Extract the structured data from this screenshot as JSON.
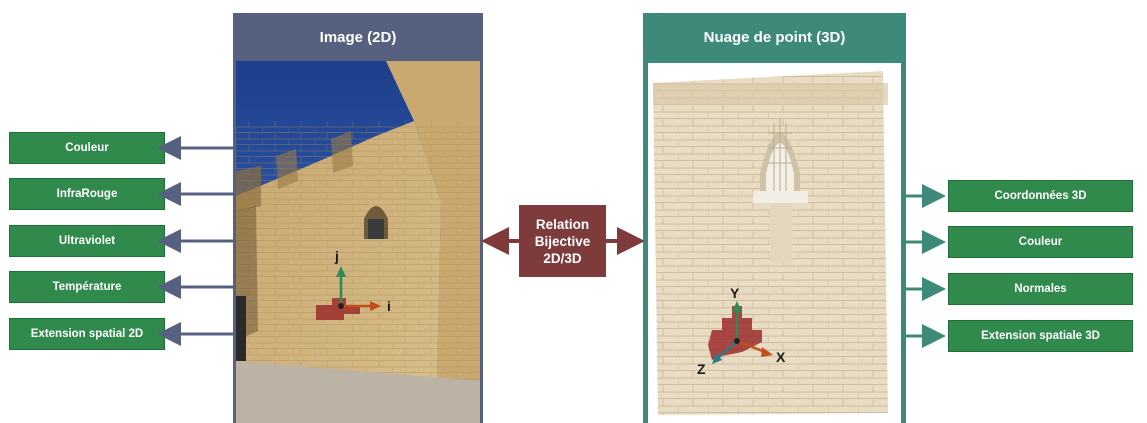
{
  "panel_2d": {
    "title": "Image (2D)"
  },
  "panel_3d": {
    "title": "Nuage de point (3D)"
  },
  "left_attributes": [
    "Couleur",
    "InfraRouge",
    "Ultraviolet",
    "Température",
    "Extension spatial 2D"
  ],
  "right_attributes": [
    "Coordonnées 3D",
    "Couleur",
    "Normales",
    "Extension spatiale 3D"
  ],
  "relation": {
    "line1": "Relation",
    "line2": "Bijective",
    "line3": "2D/3D"
  },
  "axes_2d": {
    "vertical": "j",
    "horizontal": "i"
  },
  "axes_3d": {
    "y": "Y",
    "x": "X",
    "z": "Z"
  },
  "colors": {
    "panel_2d": "#56617f",
    "panel_3d": "#3d8a7a",
    "attribute_box": "#2f8a4b",
    "relation_box": "#7e3b3b",
    "arrow_left": "#56617f",
    "arrow_right": "#3d8a7a"
  }
}
